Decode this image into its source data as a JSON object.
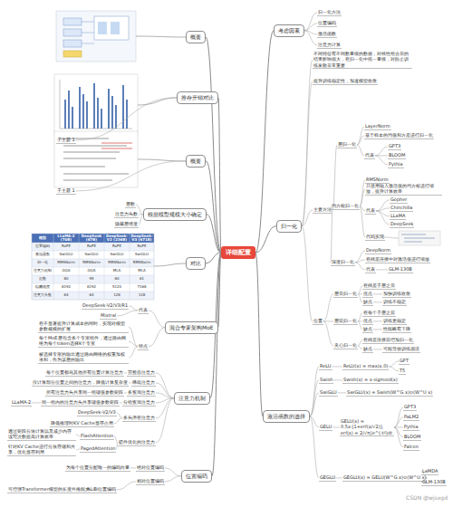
{
  "diagram": {
    "nodes": [
      {
        "text": [
          "详细配置"
        ]
      },
      {
        "text": [
          "概要"
        ]
      },
      {
        "text": [
          "推存开销对比"
        ]
      },
      {
        "text": [
          "子主题 1"
        ]
      },
      {
        "text": [
          "概要"
        ]
      },
      {
        "text": [
          "子主题 1"
        ]
      },
      {
        "text": [
          "根据模型规模大小确定"
        ]
      },
      {
        "text": [
          "层数"
        ]
      },
      {
        "text": [
          "注意力头数"
        ]
      },
      {
        "text": [
          "隐藏层维度"
        ]
      },
      {
        "text": [
          "对比"
        ]
      },
      {
        "text": [
          "混合专家架构MoE"
        ]
      },
      {
        "text": [
          "代表"
        ]
      },
      {
        "text": [
          "DeepSeek-V2/V3/R1"
        ]
      },
      {
        "text": [
          "Mixtral"
        ]
      },
      {
        "text": [
          "特点"
        ]
      },
      {
        "text": [
          "在不显著提升计算成本的同时，实现对模型参数规模的扩展"
        ]
      },
      {
        "text": [
          "每个MoE层包含多个专家组件，通过路由网络为每个token选择K个专家"
        ]
      },
      {
        "text": [
          "被选择专家的输出通过路由网络的权重加权求和，作为该层的输出"
        ]
      },
      {
        "text": [
          "注意力机制"
        ]
      },
      {
        "text": [
          "完整自注意力"
        ]
      },
      {
        "text": [
          "每个位置都与其他所有位置计算注意力"
        ]
      },
      {
        "text": [
          "稀疏注意力"
        ]
      },
      {
        "text": [
          "仅计算部分位置之间的注意力，降低计算复杂度"
        ]
      },
      {
        "text": [
          "多查询注意力"
        ]
      },
      {
        "text": [
          "所有注意力头共享同一组键值参数矩阵"
        ]
      },
      {
        "text": [
          "分组查询注意力"
        ]
      },
      {
        "text": [
          "同一组内的注意力头共享键值参数矩阵"
        ]
      },
      {
        "text": [
          "LLaMA-2"
        ]
      },
      {
        "text": [
          "多头潜在注意力"
        ]
      },
      {
        "text": [
          "DeepSeek-V2/V3"
        ]
      },
      {
        "text": [
          "降低推理时KV Cache显存占用"
        ]
      },
      {
        "text": [
          "硬件优化的注意力"
        ]
      },
      {
        "text": [
          "FlashAttention"
        ]
      },
      {
        "text": [
          "PagedAttention"
        ]
      },
      {
        "text": [
          "通过矩阵分块计算以及减少内存读写次数提高计算效率"
        ]
      },
      {
        "text": [
          "针对KV Cache进行分块存储和共享，优化显存利用"
        ]
      },
      {
        "text": [
          "位置编码"
        ]
      },
      {
        "text": [
          "绝对位置编码"
        ]
      },
      {
        "text": [
          "为每个位置分配唯一的编码向量"
        ]
      },
      {
        "text": [
          "相对位置编码"
        ]
      },
      {
        "text": [
          "ALiBi位置编码"
        ]
      },
      {
        "text": [
          "可增强Transformer模型的长度外推能力"
        ]
      },
      {
        "text": [
          "考虑因素"
        ]
      },
      {
        "text": [
          "归一化方法"
        ]
      },
      {
        "text": [
          "位置编码"
        ]
      },
      {
        "text": [
          "激活函数"
        ]
      },
      {
        "text": [
          "注意力计算"
        ]
      },
      {
        "text": [
          "归一化"
        ]
      },
      {
        "text": [
          "不同特征有不同数量级的数据，对线性组合后的结果影响很大，在归一化中统一量级，对防止训练发散非常重要"
        ]
      },
      {
        "text": [
          "提升训练稳定性，加速模型收敛"
        ]
      },
      {
        "text": [
          "主要方法"
        ]
      },
      {
        "text": [
          "层归一化"
        ]
      },
      {
        "text": [
          "LayerNorm"
        ]
      },
      {
        "text": [
          "基于样本的均值和方差进行归一化"
        ]
      },
      {
        "text": [
          "代表"
        ]
      },
      {
        "text": [
          "GPT3"
        ]
      },
      {
        "text": [
          "BLOOM"
        ]
      },
      {
        "text": [
          "Pythia"
        ]
      },
      {
        "text": [
          "均方根归一化"
        ]
      },
      {
        "text": [
          "RMSNorm"
        ]
      },
      {
        "text": [
          "只使用输入激活值的均方根进行缩放，提升计算效率"
        ]
      },
      {
        "text": [
          "代表"
        ]
      },
      {
        "text": [
          "Gopher"
        ]
      },
      {
        "text": [
          "Chinchilla"
        ]
      },
      {
        "text": [
          "LLaMA"
        ]
      },
      {
        "text": [
          "DeepSeek"
        ]
      },
      {
        "text": [
          "代码实现"
        ]
      },
      {
        "text": [
          "深度归一化"
        ]
      },
      {
        "text": [
          "DeepNorm"
        ]
      },
      {
        "text": [
          "在残差连接中对激活值进行缩放"
        ]
      },
      {
        "text": [
          "代表"
        ]
      },
      {
        "text": [
          "GLM-130B"
        ]
      },
      {
        "text": [
          "位置"
        ]
      },
      {
        "text": [
          "层后归一化"
        ]
      },
      {
        "text": [
          "在残差子层之后"
        ]
      },
      {
        "text": [
          "优点"
        ]
      },
      {
        "text": [
          "加快训练收敛"
        ]
      },
      {
        "text": [
          "缺点"
        ]
      },
      {
        "text": [
          "训练不稳定"
        ]
      },
      {
        "text": [
          "层前归一化"
        ]
      },
      {
        "text": [
          "在每个子层之前"
        ]
      },
      {
        "text": [
          "优点"
        ]
      },
      {
        "text": [
          "训练更稳定"
        ]
      },
      {
        "text": [
          "缺点"
        ]
      },
      {
        "text": [
          "性能略有下降"
        ]
      },
      {
        "text": [
          "夹心归一化"
        ]
      },
      {
        "text": [
          "在残差连接前增加归一化"
        ]
      },
      {
        "text": [
          "缺点"
        ]
      },
      {
        "text": [
          "可能导致训练崩溃"
        ]
      },
      {
        "text": [
          "激活函数的选择"
        ]
      },
      {
        "text": [
          "ReLU"
        ]
      },
      {
        "text": [
          "ReLU(x) = max(x,0)"
        ]
      },
      {
        "text": [
          "GPT"
        ]
      },
      {
        "text": [
          "T5"
        ]
      },
      {
        "text": [
          "Swish"
        ]
      },
      {
        "text": [
          "Swish(x) = x·sigmoid(x)"
        ]
      },
      {
        "text": [
          "SwiGLU"
        ]
      },
      {
        "text": [
          "SwiGLU(x) = Swish(W^G x)⊙(W^U x)"
        ]
      },
      {
        "text": [
          "GELU"
        ]
      },
      {
        "text": [
          "GELU(x) = 0.5x·[1+erf(x/√2)], erf(x) = 2/√π∫e^(-t²)dt"
        ]
      },
      {
        "text": [
          "GPT3"
        ]
      },
      {
        "text": [
          "PaLM2"
        ]
      },
      {
        "text": [
          "Pythia"
        ]
      },
      {
        "text": [
          "BLOOM"
        ]
      },
      {
        "text": [
          "Falcon"
        ]
      },
      {
        "text": [
          "GEGLU"
        ]
      },
      {
        "text": [
          "GEGLU(x) = GELU(W^G x)⊙(W^U x)"
        ]
      },
      {
        "text": [
          "LaMDA"
        ]
      },
      {
        "text": [
          "GLM-130B"
        ]
      }
    ],
    "edges": [
      {
        "from": 0,
        "to": 1,
        "arrow": "none"
      },
      {
        "from": 0,
        "to": 2,
        "arrow": "none"
      },
      {
        "from": 0,
        "to": 4,
        "arrow": "none"
      },
      {
        "from": 0,
        "to": 6,
        "arrow": "none"
      },
      {
        "from": 0,
        "to": 10,
        "arrow": "none"
      },
      {
        "from": 0,
        "to": 11,
        "arrow": "none"
      },
      {
        "from": 0,
        "to": 19,
        "arrow": "none"
      },
      {
        "from": 0,
        "to": 37,
        "arrow": "none"
      },
      {
        "from": 0,
        "to": 43,
        "arrow": "none"
      },
      {
        "from": 0,
        "to": 48,
        "arrow": "none"
      },
      {
        "from": 0,
        "to": 90,
        "arrow": "none"
      },
      {
        "from": 2,
        "to": 3,
        "arrow": "none"
      },
      {
        "from": 4,
        "to": 5,
        "arrow": "none"
      },
      {
        "from": 6,
        "to": 7,
        "arrow": "none"
      },
      {
        "from": 6,
        "to": 8,
        "arrow": "none"
      },
      {
        "from": 6,
        "to": 9,
        "arrow": "none"
      },
      {
        "from": 11,
        "to": 12,
        "arrow": "none"
      },
      {
        "from": 11,
        "to": 15,
        "arrow": "none"
      },
      {
        "from": 12,
        "to": 13,
        "arrow": "none"
      },
      {
        "from": 12,
        "to": 14,
        "arrow": "none"
      },
      {
        "from": 15,
        "to": 16,
        "arrow": "none"
      },
      {
        "from": 15,
        "to": 17,
        "arrow": "none"
      },
      {
        "from": 15,
        "to": 18,
        "arrow": "none"
      },
      {
        "from": 19,
        "to": 20,
        "arrow": "none"
      },
      {
        "from": 19,
        "to": 22,
        "arrow": "none"
      },
      {
        "from": 19,
        "to": 24,
        "arrow": "none"
      },
      {
        "from": 19,
        "to": 26,
        "arrow": "none"
      },
      {
        "from": 19,
        "to": 29,
        "arrow": "none"
      },
      {
        "from": 19,
        "to": 32,
        "arrow": "none"
      },
      {
        "from": 20,
        "to": 21,
        "arrow": "none"
      },
      {
        "from": 22,
        "to": 23,
        "arrow": "none"
      },
      {
        "from": 24,
        "to": 25,
        "arrow": "none"
      },
      {
        "from": 26,
        "to": 27,
        "arrow": "none"
      },
      {
        "from": 27,
        "to": 28,
        "arrow": "none"
      },
      {
        "from": 29,
        "to": 30,
        "arrow": "none"
      },
      {
        "from": 29,
        "to": 31,
        "arrow": "none"
      },
      {
        "from": 32,
        "to": 33,
        "arrow": "none"
      },
      {
        "from": 32,
        "to": 34,
        "arrow": "none"
      },
      {
        "from": 33,
        "to": 35,
        "arrow": "none"
      },
      {
        "from": 34,
        "to": 36,
        "arrow": "none"
      },
      {
        "from": 37,
        "to": 38,
        "arrow": "none"
      },
      {
        "from": 37,
        "to": 40,
        "arrow": "none"
      },
      {
        "from": 38,
        "to": 39,
        "arrow": "none"
      },
      {
        "from": 40,
        "to": 41,
        "arrow": "none"
      },
      {
        "from": 41,
        "to": 42,
        "arrow": "none"
      },
      {
        "from": 43,
        "to": 44,
        "arrow": "none"
      },
      {
        "from": 43,
        "to": 45,
        "arrow": "none"
      },
      {
        "from": 43,
        "to": 46,
        "arrow": "none"
      },
      {
        "from": 43,
        "to": 47,
        "arrow": "none"
      },
      {
        "from": 48,
        "to": 49,
        "arrow": "none"
      },
      {
        "from": 48,
        "to": 50,
        "arrow": "none"
      },
      {
        "from": 48,
        "to": 51,
        "arrow": "none"
      },
      {
        "from": 48,
        "to": 73,
        "arrow": "none"
      },
      {
        "from": 51,
        "to": 52,
        "arrow": "none"
      },
      {
        "from": 51,
        "to": 59,
        "arrow": "none"
      },
      {
        "from": 51,
        "to": 68,
        "arrow": "none"
      },
      {
        "from": 52,
        "to": 53,
        "arrow": "none"
      },
      {
        "from": 52,
        "to": 54,
        "arrow": "none"
      },
      {
        "from": 52,
        "to": 55,
        "arrow": "none"
      },
      {
        "from": 55,
        "to": 56,
        "arrow": "none"
      },
      {
        "from": 55,
        "to": 57,
        "arrow": "none"
      },
      {
        "from": 55,
        "to": 58,
        "arrow": "none"
      },
      {
        "from": 59,
        "to": 60,
        "arrow": "none"
      },
      {
        "from": 59,
        "to": 61,
        "arrow": "none"
      },
      {
        "from": 59,
        "to": 62,
        "arrow": "none"
      },
      {
        "from": 59,
        "to": 67,
        "arrow": "none"
      },
      {
        "from": 62,
        "to": 63,
        "arrow": "none"
      },
      {
        "from": 62,
        "to": 64,
        "arrow": "none"
      },
      {
        "from": 62,
        "to": 65,
        "arrow": "none"
      },
      {
        "from": 62,
        "to": 66,
        "arrow": "none"
      },
      {
        "from": 68,
        "to": 69,
        "arrow": "none"
      },
      {
        "from": 68,
        "to": 70,
        "arrow": "none"
      },
      {
        "from": 68,
        "to": 71,
        "arrow": "none"
      },
      {
        "from": 71,
        "to": 72,
        "arrow": "none"
      },
      {
        "from": 73,
        "to": 74,
        "arrow": "none"
      },
      {
        "from": 73,
        "to": 80,
        "arrow": "none"
      },
      {
        "from": 73,
        "to": 86,
        "arrow": "none"
      },
      {
        "from": 74,
        "to": 75,
        "arrow": "none"
      },
      {
        "from": 74,
        "to": 76,
        "arrow": "none"
      },
      {
        "from": 74,
        "to": 78,
        "arrow": "none"
      },
      {
        "from": 76,
        "to": 77,
        "arrow": "none"
      },
      {
        "from": 78,
        "to": 79,
        "arrow": "none"
      },
      {
        "from": 80,
        "to": 81,
        "arrow": "none"
      },
      {
        "from": 80,
        "to": 82,
        "arrow": "none"
      },
      {
        "from": 80,
        "to": 84,
        "arrow": "none"
      },
      {
        "from": 82,
        "to": 83,
        "arrow": "none"
      },
      {
        "from": 84,
        "to": 85,
        "arrow": "none"
      },
      {
        "from": 86,
        "to": 87,
        "arrow": "none"
      },
      {
        "from": 86,
        "to": 88,
        "arrow": "none"
      },
      {
        "from": 88,
        "to": 89,
        "arrow": "none"
      },
      {
        "from": 90,
        "to": 91,
        "arrow": "none"
      },
      {
        "from": 90,
        "to": 95,
        "arrow": "none"
      },
      {
        "from": 90,
        "to": 97,
        "arrow": "none"
      },
      {
        "from": 90,
        "to": 99,
        "arrow": "none"
      },
      {
        "from": 90,
        "to": 106,
        "arrow": "none"
      },
      {
        "from": 91,
        "to": 92,
        "arrow": "none"
      },
      {
        "from": 92,
        "to": 93,
        "arrow": "none"
      },
      {
        "from": 92,
        "to": 94,
        "arrow": "none"
      },
      {
        "from": 95,
        "to": 96,
        "arrow": "none"
      },
      {
        "from": 97,
        "to": 98,
        "arrow": "none"
      },
      {
        "from": 99,
        "to": 100,
        "arrow": "none"
      },
      {
        "from": 100,
        "to": 101,
        "arrow": "none"
      },
      {
        "from": 100,
        "to": 102,
        "arrow": "none"
      },
      {
        "from": 100,
        "to": 103,
        "arrow": "none"
      },
      {
        "from": 100,
        "to": 104,
        "arrow": "none"
      },
      {
        "from": 100,
        "to": 105,
        "arrow": "none"
      },
      {
        "from": 106,
        "to": 107,
        "arrow": "none"
      },
      {
        "from": 107,
        "to": 108,
        "arrow": "none"
      },
      {
        "from": 107,
        "to": 109,
        "arrow": "none"
      }
    ],
    "labels": [
      "模型",
      "LLaMA-2 (70B)",
      "DeepSeek (67B)",
      "DeepSeek-V2 (236B)",
      "DeepSeek-V3 (671B)",
      "位置编码",
      "RoPE",
      "RoPE",
      "RoPE",
      "RoPE",
      "激活函数",
      "SwiGLU",
      "SwiGLU",
      "SwiGLU",
      "SwiGLU",
      "归一化",
      "RMSNorm",
      "RMSNorm",
      "RMSNorm",
      "RMSNorm",
      "注意力机制",
      "GQA",
      "GQA",
      "MLA",
      "MLA",
      "层数",
      "80",
      "95",
      "60",
      "61",
      "隐藏维度",
      "8192",
      "8192",
      "5120",
      "7168",
      "注意力头数",
      "64",
      "64",
      "128",
      "128",
      "CSDN @wjsxgd"
    ]
  }
}
